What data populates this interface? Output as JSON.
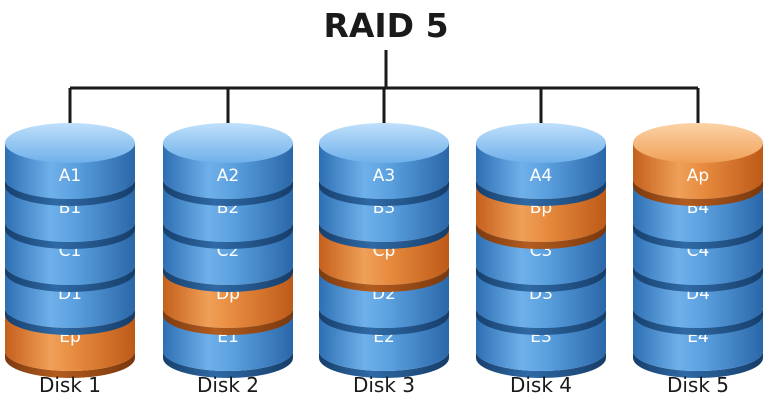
{
  "title": "RAID 5",
  "colors": {
    "data_block": "#4a8fd0",
    "parity_block": "#e08a3c",
    "connector": "#1a1a1a"
  },
  "disks": [
    {
      "label": "Disk 1",
      "blocks": [
        {
          "text": "A1",
          "type": "data"
        },
        {
          "text": "B1",
          "type": "data"
        },
        {
          "text": "C1",
          "type": "data"
        },
        {
          "text": "D1",
          "type": "data"
        },
        {
          "text": "Ep",
          "type": "parity"
        }
      ]
    },
    {
      "label": "Disk 2",
      "blocks": [
        {
          "text": "A2",
          "type": "data"
        },
        {
          "text": "B2",
          "type": "data"
        },
        {
          "text": "C2",
          "type": "data"
        },
        {
          "text": "Dp",
          "type": "parity"
        },
        {
          "text": "E1",
          "type": "data"
        }
      ]
    },
    {
      "label": "Disk 3",
      "blocks": [
        {
          "text": "A3",
          "type": "data"
        },
        {
          "text": "B3",
          "type": "data"
        },
        {
          "text": "Cp",
          "type": "parity"
        },
        {
          "text": "D2",
          "type": "data"
        },
        {
          "text": "E2",
          "type": "data"
        }
      ]
    },
    {
      "label": "Disk 4",
      "blocks": [
        {
          "text": "A4",
          "type": "data"
        },
        {
          "text": "Bp",
          "type": "parity"
        },
        {
          "text": "C3",
          "type": "data"
        },
        {
          "text": "D3",
          "type": "data"
        },
        {
          "text": "E3",
          "type": "data"
        }
      ]
    },
    {
      "label": "Disk 5",
      "blocks": [
        {
          "text": "Ap",
          "type": "parity"
        },
        {
          "text": "B4",
          "type": "data"
        },
        {
          "text": "C4",
          "type": "data"
        },
        {
          "text": "D4",
          "type": "data"
        },
        {
          "text": "E4",
          "type": "data"
        }
      ]
    }
  ]
}
